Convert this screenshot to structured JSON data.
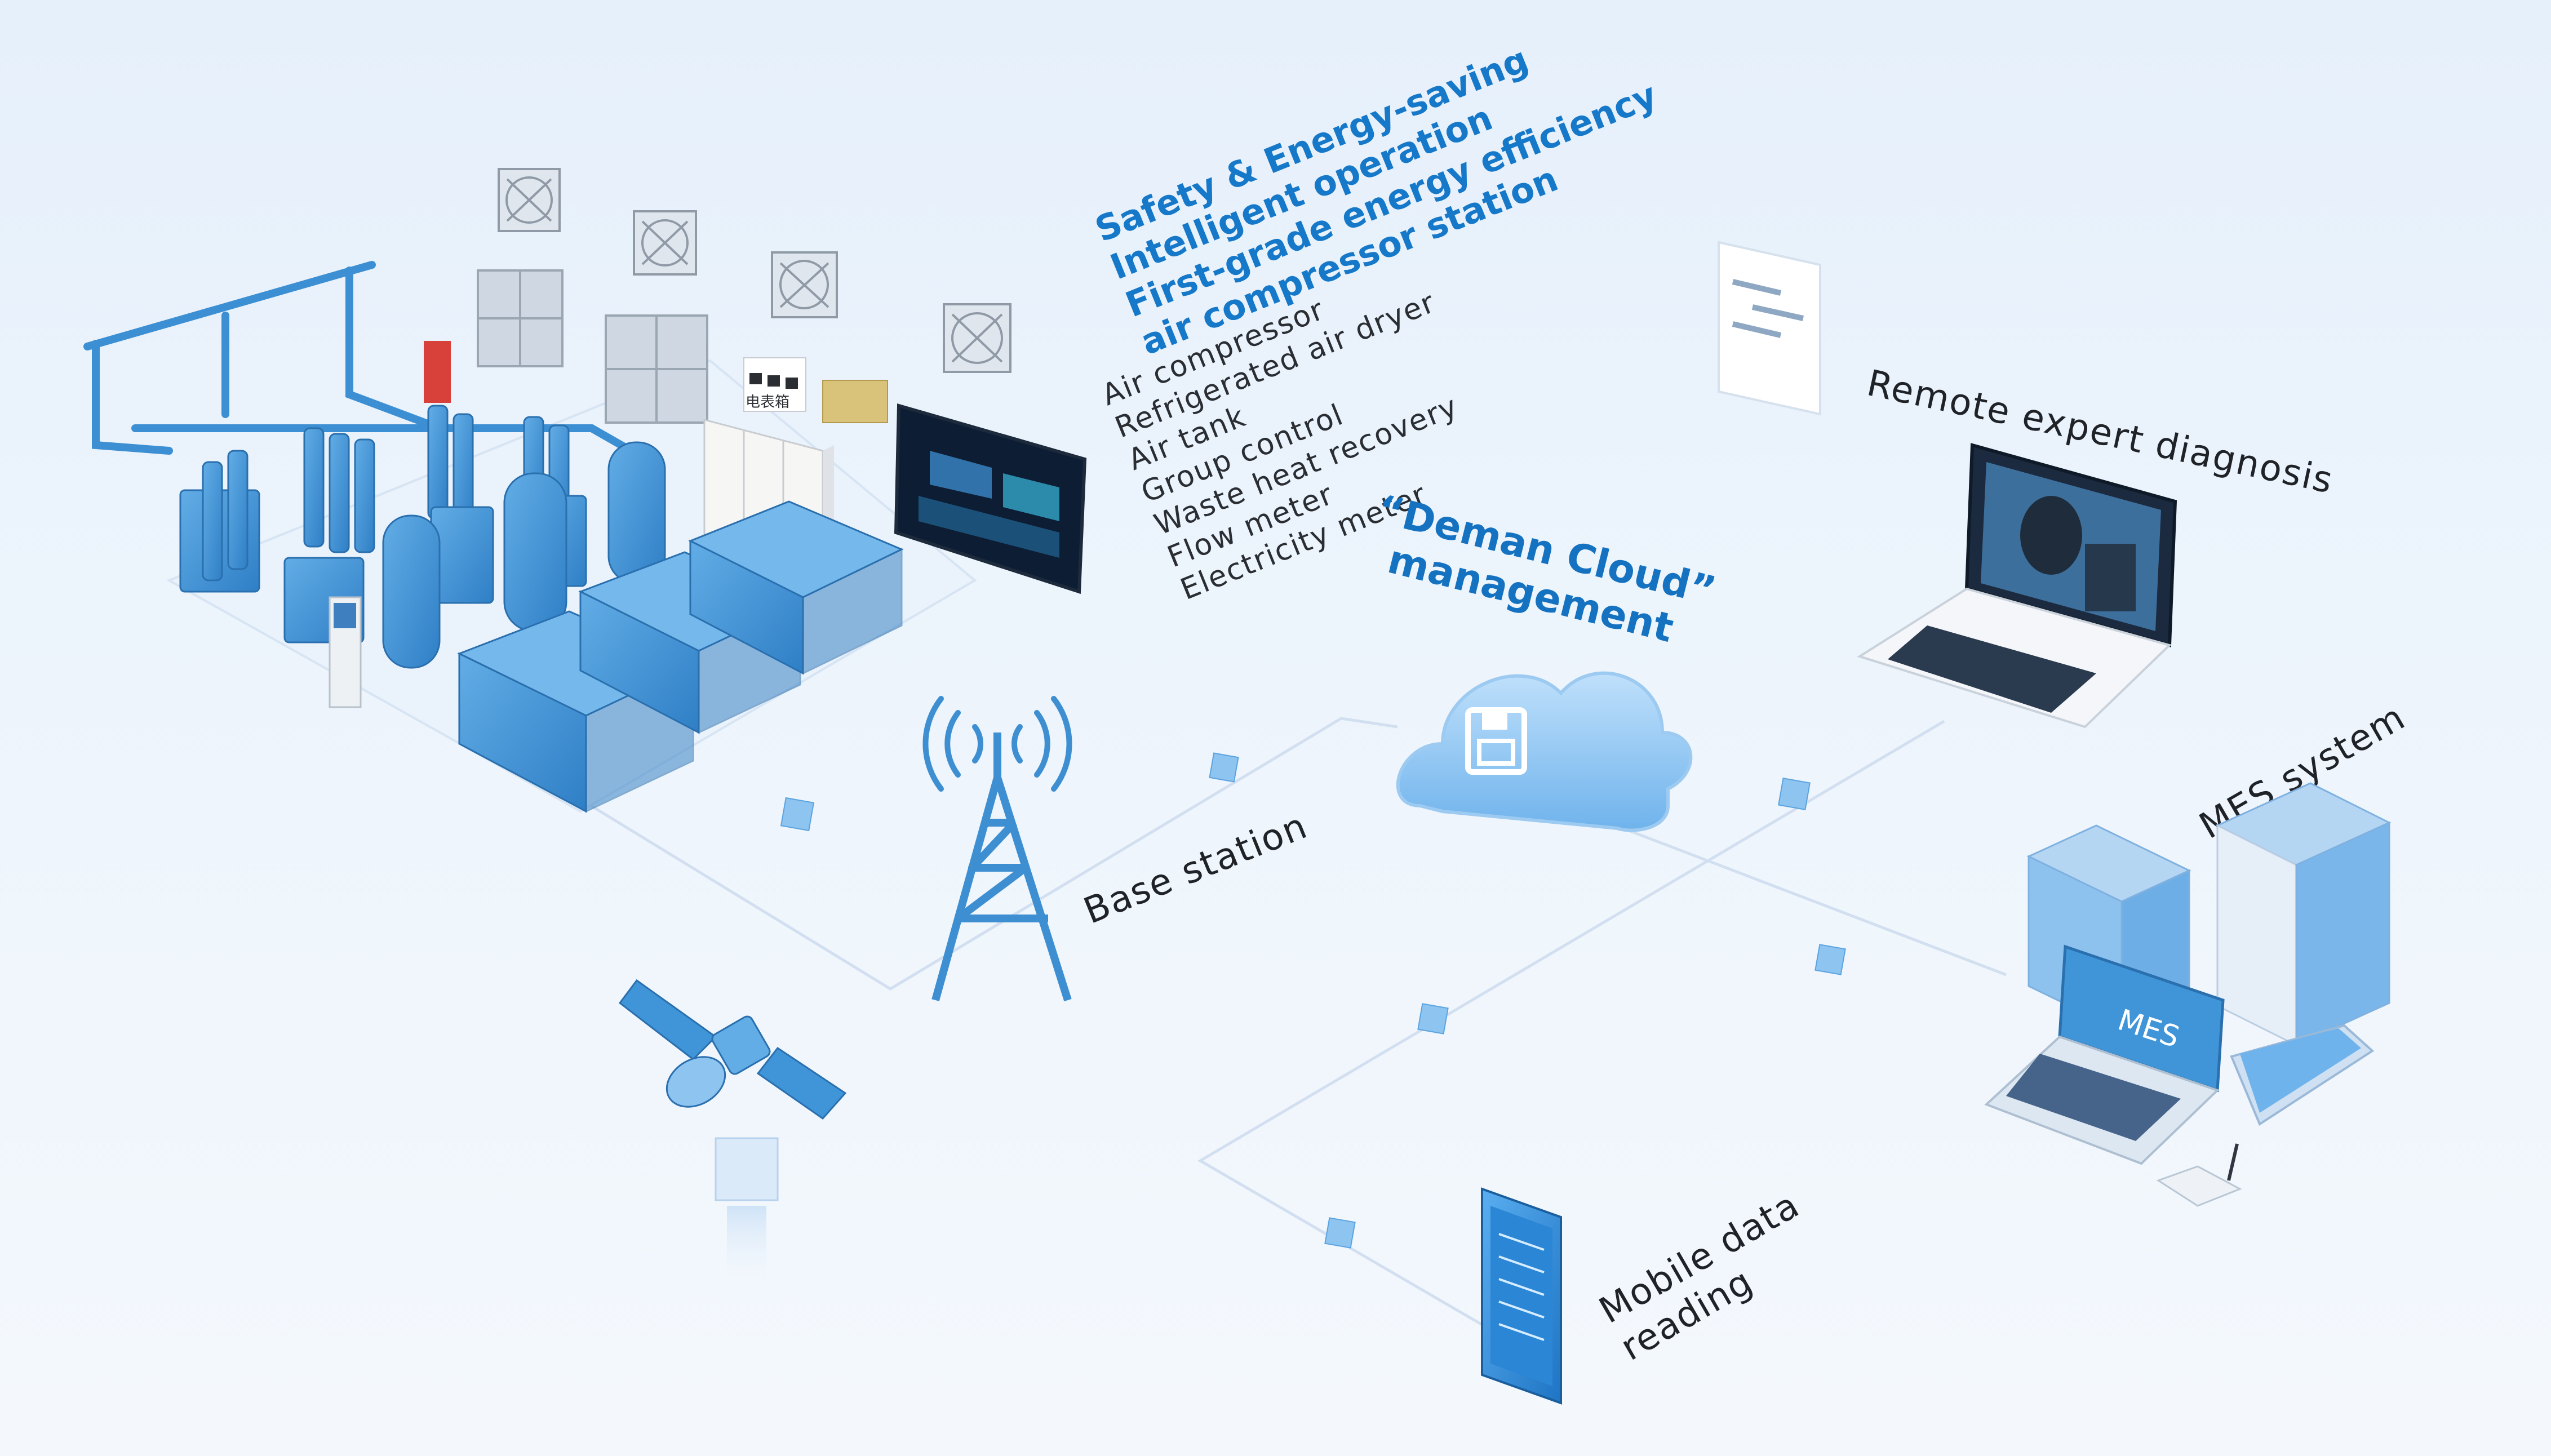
{
  "colors": {
    "accent": "#1678c8",
    "equipment_blue": "#3f95d8",
    "line": "#d2dff0"
  },
  "headline": {
    "line1": "Safety & Energy-saving",
    "line2": "Intelligent operation",
    "line3": "First-grade energy efficiency",
    "line4": "air compressor station"
  },
  "components": [
    "Air compressor",
    "Refrigerated air dryer",
    "Air tank",
    "Group control",
    "Waste heat recovery",
    "Flow meter",
    "Electricity meter"
  ],
  "cloud": {
    "line1": "“Deman Cloud”",
    "line2": "management"
  },
  "nodes": {
    "base_station": "Base station",
    "remote": "Remote expert diagnosis",
    "mes": "MES system",
    "mes_screen": "MES",
    "mobile1": "Mobile data",
    "mobile2": "reading"
  },
  "equipment_labels": {
    "meter_box": "电表箱"
  },
  "icons": {
    "cloud": "cloud-save-icon",
    "tower": "base-station-tower-icon",
    "satellite": "satellite-icon",
    "document": "document-icon",
    "laptop": "laptop-video-icon",
    "phone": "smartphone-icon",
    "server": "server-icon",
    "router": "router-icon"
  }
}
